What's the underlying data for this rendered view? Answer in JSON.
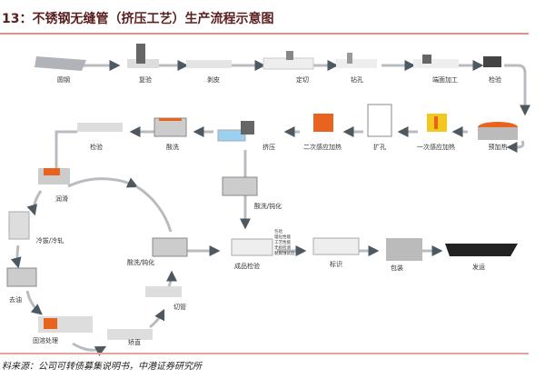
{
  "title": "13：不锈钢无缝管（挤压工艺）生产流程示意图",
  "source": "料来源：公司可转债募集说明书，中港证券研究所",
  "steps_row1": [
    "圆钢",
    "复验",
    "剥皮",
    "定切",
    "钻孔",
    "端面加工",
    "检验"
  ],
  "steps_row2": [
    "预加热",
    "一次感应加热",
    "扩孔",
    "二次感应加热",
    "挤压",
    "酸洗",
    "检验"
  ],
  "steps_cycle": [
    "润滑",
    "冷拔/冷轧",
    "去油",
    "固溶处理",
    "矫直",
    "切管",
    "酸洗/钝化"
  ],
  "steps_branch": [
    "酸洗/钝化",
    "成品检验",
    "标识",
    "包装",
    "发运"
  ],
  "inspection_items": [
    "包括",
    "理化性能",
    "工艺性能",
    "无损检测",
    "耐腐蚀试验"
  ],
  "colors": {
    "flow": "#b8bcc0",
    "arrow": "#4e5860",
    "heat": "#e8641e",
    "yellow": "#f2c81e",
    "rule": "#d9948a",
    "title": "#5a1e1e"
  }
}
